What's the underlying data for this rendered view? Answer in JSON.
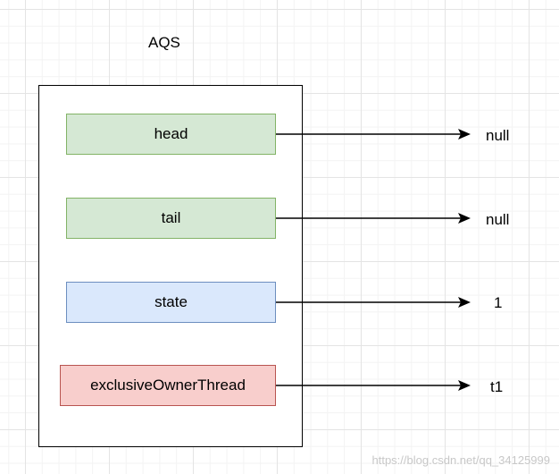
{
  "diagram": {
    "title": "AQS",
    "fields": [
      {
        "label": "head",
        "value": "null"
      },
      {
        "label": "tail",
        "value": "null"
      },
      {
        "label": "state",
        "value": "1"
      },
      {
        "label": "exclusiveOwnerThread",
        "value": "t1"
      }
    ],
    "colors": {
      "green_fill": "#d5e8d4",
      "green_stroke": "#82b366",
      "blue_fill": "#dae8fc",
      "blue_stroke": "#6c8ebf",
      "red_fill": "#f8cecc",
      "red_stroke": "#b85450"
    }
  },
  "watermark": "https://blog.csdn.net/qq_34125999"
}
